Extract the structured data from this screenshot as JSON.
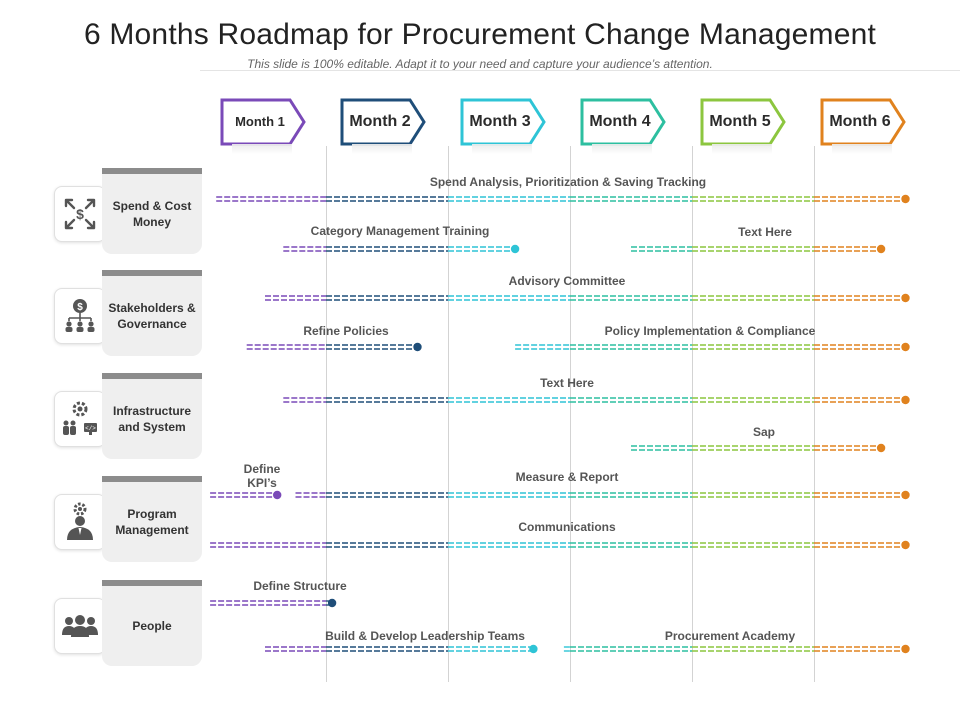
{
  "title": "6 Months Roadmap for Procurement Change  Management",
  "subtitle": "This slide is 100% editable. Adapt it to your need and capture your audience’s attention.",
  "months": [
    {
      "label": "Month 1",
      "color": "#7a4ab8"
    },
    {
      "label": "Month 2",
      "color": "#1f4e79"
    },
    {
      "label": "Month 3",
      "color": "#2ec4d6"
    },
    {
      "label": "Month 4",
      "color": "#2dbfa0"
    },
    {
      "label": "Month 5",
      "color": "#8cc63f"
    },
    {
      "label": "Month 6",
      "color": "#e0821e"
    }
  ],
  "categories": [
    {
      "label": "Spend & Cost Money",
      "icon": "expand-arrows-icon"
    },
    {
      "label": "Stakeholders & Governance",
      "icon": "org-chart-dollar-icon"
    },
    {
      "label": "Infrastructure and System",
      "icon": "gear-people-monitor-icon"
    },
    {
      "label": "Program Management",
      "icon": "manager-gear-icon"
    },
    {
      "label": "People",
      "icon": "group-people-icon"
    }
  ],
  "tasks": [
    {
      "label": "Spend Analysis, Prioritization  & Saving Tracking",
      "start": 0.1,
      "end": 5.75
    },
    {
      "label": "Category Management Training",
      "start": 0.65,
      "end": 2.55
    },
    {
      "label": "Text Here",
      "start": 3.5,
      "end": 5.55
    },
    {
      "label": "Advisory Committee",
      "start": 0.5,
      "end": 5.75
    },
    {
      "label": "Refine Policies",
      "start": 0.35,
      "end": 1.75
    },
    {
      "label": "Policy Implementation & Compliance",
      "start": 2.55,
      "end": 5.75
    },
    {
      "label": "Text Here",
      "start": 0.65,
      "end": 5.75
    },
    {
      "label": "Sap",
      "start": 3.5,
      "end": 5.55
    },
    {
      "label": "Define KPI’s",
      "start": 0.05,
      "end": 0.6
    },
    {
      "label": "Measure & Report",
      "start": 0.75,
      "end": 5.75
    },
    {
      "label": "Communications",
      "start": 0.05,
      "end": 5.75
    },
    {
      "label": "Define Structure",
      "start": 0.05,
      "end": 1.05
    },
    {
      "label": "Build & Develop Leadership Teams",
      "start": 0.5,
      "end": 2.7
    },
    {
      "label": "Procurement Academy",
      "start": 2.95,
      "end": 5.75
    }
  ]
}
